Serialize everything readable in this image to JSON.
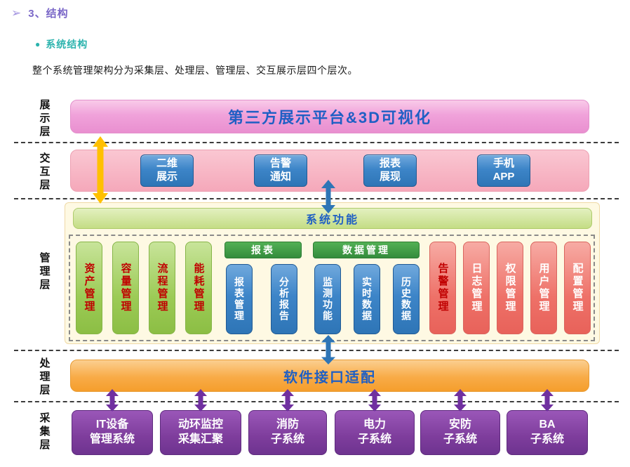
{
  "header": {
    "arrow_icon": "➢",
    "title": "3、结构",
    "bullet_icon": "●",
    "subtitle": "系统结构",
    "intro": "整个系统管理架构分为采集层、处理层、管理层、交互展示层四个层次。"
  },
  "diagram": {
    "layer_labels": [
      "展示层",
      "交互层",
      "管理层",
      "处理层",
      "采集层"
    ],
    "display_layer": {
      "bar_text": "第三方展示平台&3D可视化"
    },
    "interaction_layer": {
      "buttons": [
        {
          "line1": "二维",
          "line2": "展示"
        },
        {
          "line1": "告警",
          "line2": "通知"
        },
        {
          "line1": "报表",
          "line2": "展现"
        },
        {
          "line1": "手机",
          "line2": "APP"
        }
      ]
    },
    "management_layer": {
      "header": "系统功能",
      "function_boxes": [
        "资产管理",
        "容量管理",
        "流程管理",
        "能耗管理"
      ],
      "report_group": {
        "title": "报表",
        "items": [
          "报表管理",
          "分析报告"
        ]
      },
      "data_group": {
        "title": "数据管理",
        "items": [
          "监测功能",
          "实时数据",
          "历史数据"
        ]
      },
      "admin_boxes": [
        "告警管理",
        "日志管理",
        "权限管理",
        "用户管理",
        "配置管理"
      ]
    },
    "processing_layer": {
      "bar_text": "软件接口适配"
    },
    "collection_layer": {
      "boxes": [
        {
          "line1": "IT设备",
          "line2": "管理系统"
        },
        {
          "line1": "动环监控",
          "line2": "采集汇聚"
        },
        {
          "line1": "消防",
          "line2": "子系统"
        },
        {
          "line1": "电力",
          "line2": "子系统"
        },
        {
          "line1": "安防",
          "line2": "子系统"
        },
        {
          "line1": "BA",
          "line2": "子系统"
        }
      ]
    }
  },
  "colors": {
    "heading_purple": "#7B68C8",
    "subtitle_teal": "#2BB3AD",
    "bar_title_blue": "#1F5FC4",
    "display_bar_pink": "#EE9AD5",
    "interaction_bar_pink": "#F6AFBE",
    "button_blue": "#2E75B6",
    "management_bg_cream": "#FEF9E3",
    "function_green": "#9CCB56",
    "function_text_red": "#C00000",
    "group_header_green": "#3E9E44",
    "admin_red": "#EE7168",
    "alarm_text_red": "#C00000",
    "processing_orange": "#F8AB47",
    "collection_purple": "#7E3D9C",
    "arrow_yellow": "#FFC000",
    "arrow_blue": "#2E75B6",
    "arrow_purple": "#7030A0"
  }
}
